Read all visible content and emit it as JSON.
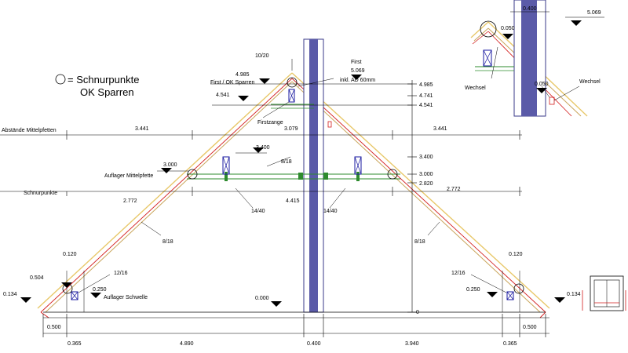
{
  "legend": {
    "line1": "= Schnurpunkte",
    "line2": "OK Sparren"
  },
  "labels": {
    "first": "First",
    "first_value": "5.069",
    "first_note": "inkl. AD 60mm",
    "first_ok": "First / OK Sparren",
    "firstzange": "Firstzange",
    "abstaende": "Abstände Mittelpfetten",
    "schnurpunkte": "Schnurpunkte",
    "auflager_mittelpfette": "Auflager Mittelpfette",
    "auflager_schwelle": "Auflager Schwelle",
    "wechsel": "Wechsel"
  },
  "sections": {
    "s10_20": "10/20",
    "s8_18": "8/18",
    "s14_40": "14/40",
    "s12_16": "12/16"
  },
  "levels": {
    "v4985": "4.985",
    "v4741": "4.741",
    "v4541": "4.541",
    "v3400": "3.400",
    "v3000": "3.000",
    "v2820": "2.820",
    "v0000": "0.000",
    "v0": "0",
    "v0134": "0.134",
    "v0504": "0.504",
    "v0120": "0.120",
    "v0250": "0.250",
    "v0500": "0.500",
    "v0050": "0.050",
    "v0400": "0.400"
  },
  "dims": {
    "d3441": "3.441",
    "d3079": "3.079",
    "d2772": "2.772",
    "d4415": "4.415",
    "d0365": "0.365",
    "d4890": "4.890",
    "d0400": "0.400",
    "d3940": "3.940",
    "d0500": "0.500"
  }
}
